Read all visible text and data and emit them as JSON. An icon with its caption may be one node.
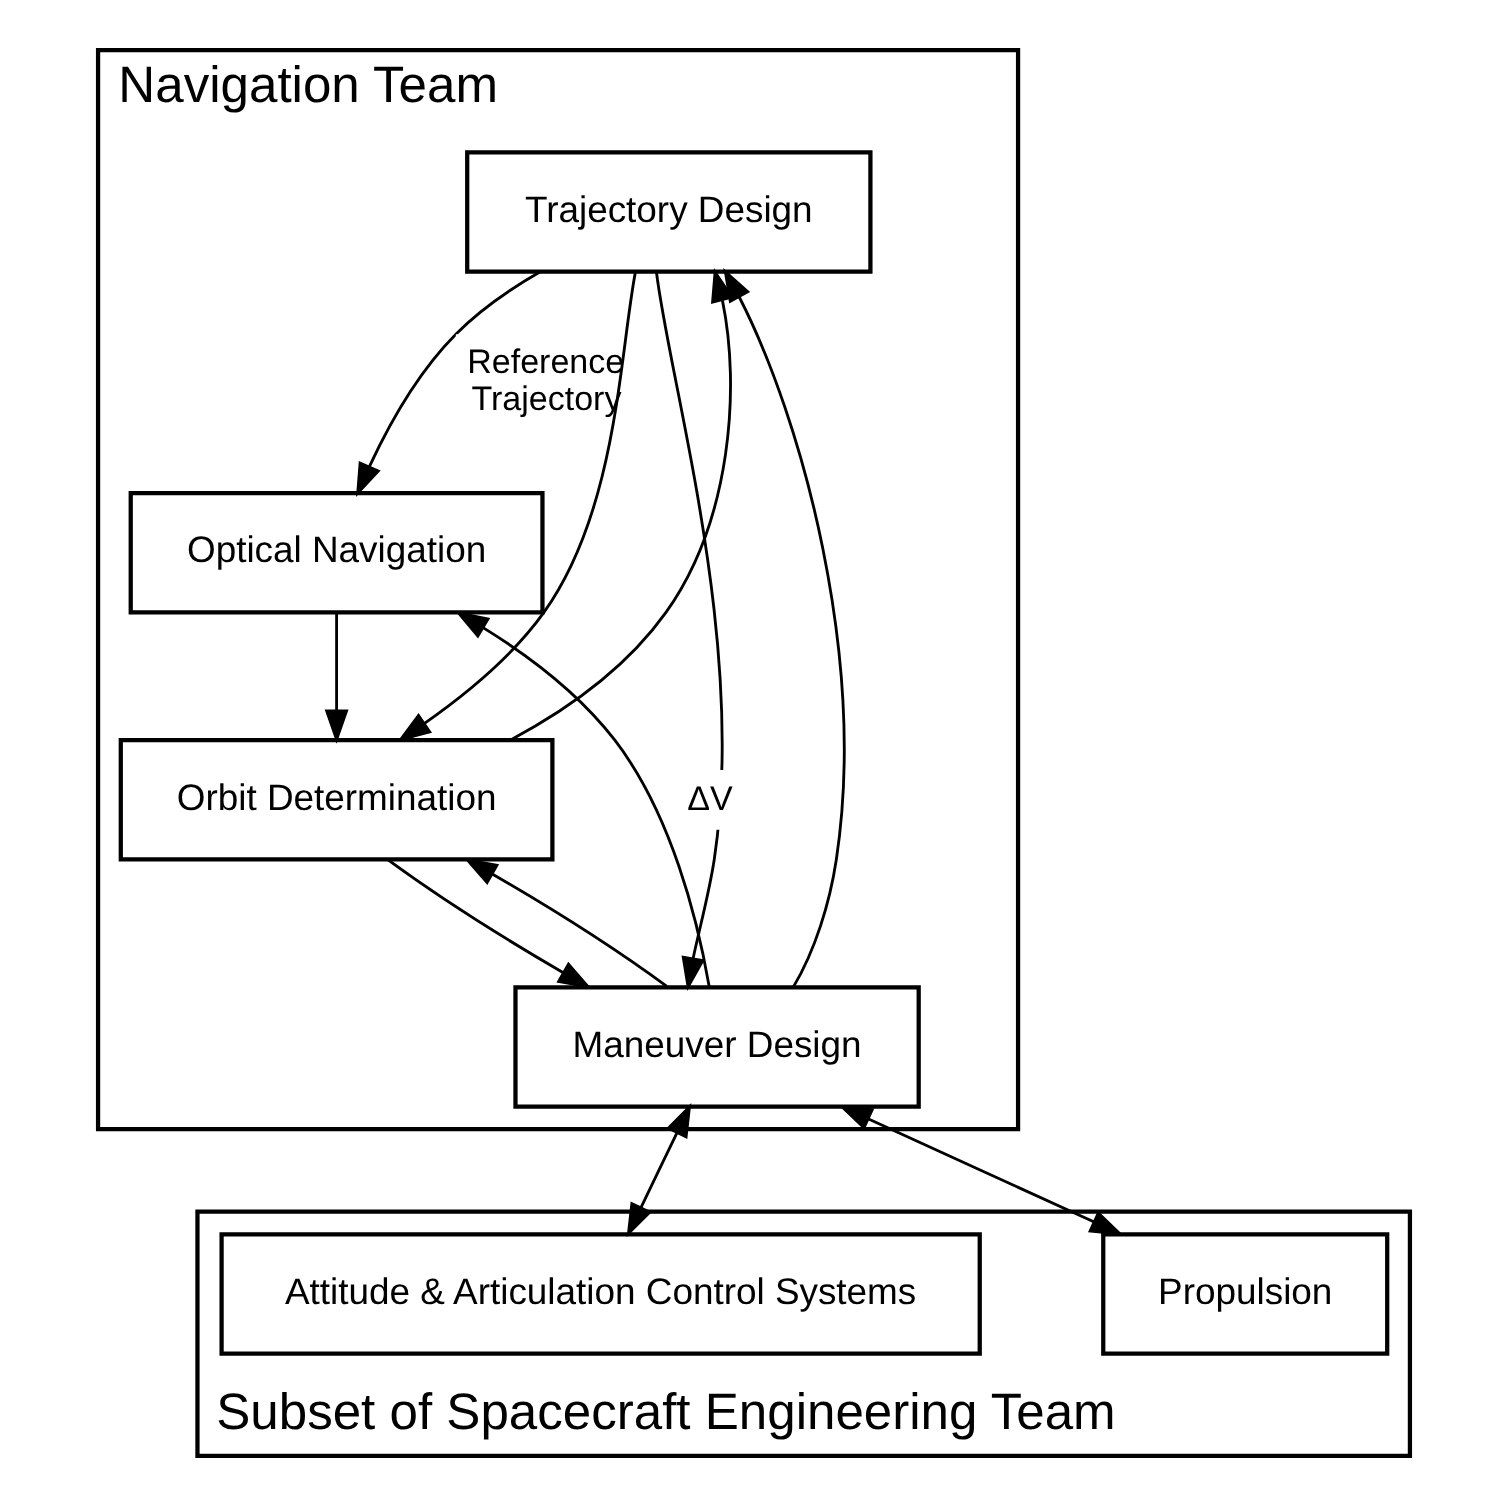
{
  "diagram": {
    "nodes": [
      {
        "text": [
          "Navigation Team"
        ]
      },
      {
        "text": [
          "Trajectory Design"
        ],
        "in": 0
      },
      {
        "text": [
          "Optical Navigation"
        ],
        "in": 0
      },
      {
        "text": [
          "Orbit Determination"
        ],
        "in": 0
      },
      {
        "text": [
          "Maneuver Design"
        ],
        "in": 0
      },
      {
        "text": [
          "Subset of Spacecraft Engineering Team"
        ]
      },
      {
        "text": [
          "Attitude & Articulation Control Systems"
        ],
        "in": 5
      },
      {
        "text": [
          "Propulsion"
        ],
        "in": 5
      }
    ],
    "edges": [
      {
        "from": 1,
        "to": 2,
        "arrow": "to",
        "label": "Reference Trajectory"
      },
      {
        "from": 1,
        "to": 3,
        "arrow": "to"
      },
      {
        "from": 1,
        "to": 4,
        "arrow": "to"
      },
      {
        "from": 2,
        "to": 3,
        "arrow": "to"
      },
      {
        "from": 3,
        "to": 4,
        "arrow": "to"
      },
      {
        "from": 4,
        "to": 2,
        "arrow": "to",
        "label": "ΔV"
      },
      {
        "from": 4,
        "to": 3,
        "arrow": "to"
      },
      {
        "from": 4,
        "to": 1,
        "arrow": "to"
      },
      {
        "from": 3,
        "to": 1,
        "arrow": "to"
      },
      {
        "from": 4,
        "to": 6,
        "arrow": "both"
      },
      {
        "from": 4,
        "to": 7,
        "arrow": "both"
      }
    ]
  }
}
